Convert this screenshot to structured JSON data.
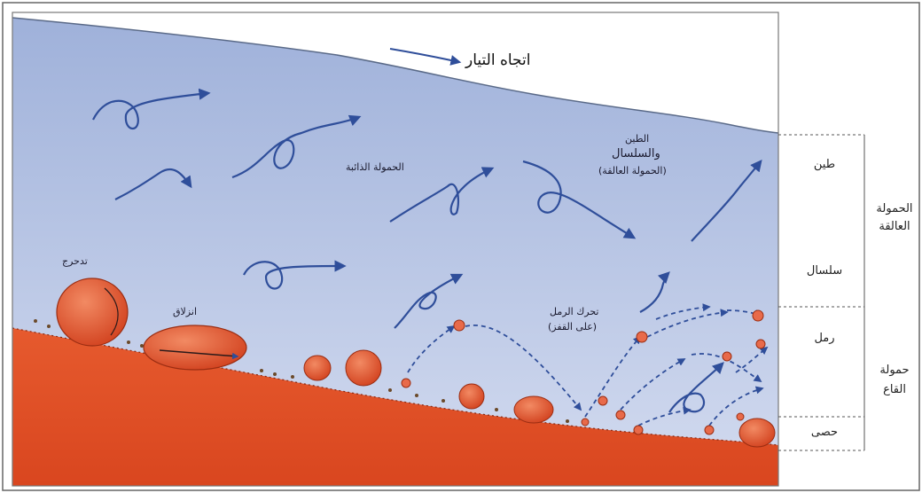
{
  "labels": {
    "current_direction": "اتجاه التيار",
    "suspended_load": "الحمولة الذائبة",
    "clay_silt_line1": "الطين",
    "clay_silt_line2": "والسلسال",
    "clay_silt_line3": "(الحمولة العالقة)",
    "rolling": "تدحرج",
    "sliding": "انزلاق",
    "saltation_line1": "تحرك الرمل",
    "saltation_line2": "(على القفز)"
  },
  "side_labels": {
    "clay": "طين",
    "silt": "سلسال",
    "sand": "رمل",
    "gravel": "حصى",
    "suspended_group_line1": "الحمولة",
    "suspended_group_line2": "العالقة",
    "bed_group_line1": "حمولة",
    "bed_group_line2": "القاع"
  },
  "colors": {
    "water_top": "#a9b8dc",
    "water_bottom": "#c9d2ea",
    "sediment": "#e4552c",
    "sediment_dark": "#c43c1c",
    "particle": "#e86a4a",
    "arrow": "#2f4e9a"
  }
}
